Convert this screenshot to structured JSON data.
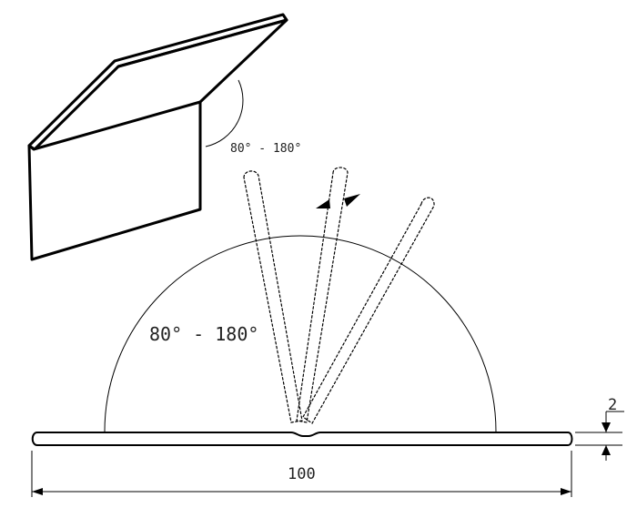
{
  "figure": {
    "book_angle_label": "80° - 180°",
    "range_angle_label": "80° - 180°",
    "thickness_label": "2",
    "width_label": "100"
  },
  "colors": {
    "ink": "#000000",
    "text": "#222222",
    "background": "#ffffff"
  }
}
